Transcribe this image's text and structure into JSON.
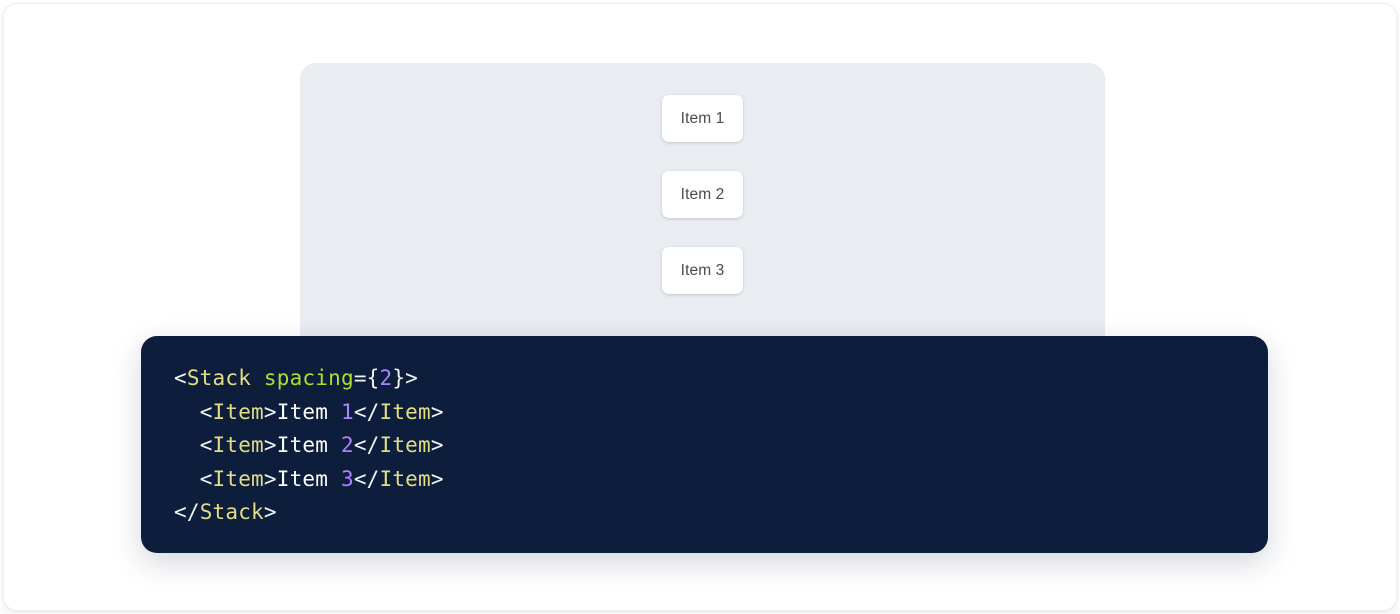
{
  "preview": {
    "panel_background": "#e9ecf1",
    "card_background": "#ffffff",
    "items": [
      {
        "label": "Item 1"
      },
      {
        "label": "Item 2"
      },
      {
        "label": "Item 3"
      }
    ]
  },
  "code_block": {
    "background": "#0c1e3c",
    "language": "jsx",
    "colors": {
      "punctuation": "#f3f6fa",
      "tag": "#e4dd84",
      "attribute": "#a6e22e",
      "number": "#ae81ff",
      "text": "#ffffff"
    },
    "lines": [
      {
        "indent": "",
        "tokens": [
          {
            "t": "punct",
            "v": "<"
          },
          {
            "t": "tag",
            "v": "Stack"
          },
          {
            "t": "punct",
            "v": " "
          },
          {
            "t": "attr",
            "v": "spacing"
          },
          {
            "t": "punct",
            "v": "={"
          },
          {
            "t": "num",
            "v": "2"
          },
          {
            "t": "punct",
            "v": "}>"
          }
        ]
      },
      {
        "indent": "  ",
        "tokens": [
          {
            "t": "punct",
            "v": "<"
          },
          {
            "t": "tag",
            "v": "Item"
          },
          {
            "t": "punct",
            "v": ">"
          },
          {
            "t": "text",
            "v": "Item "
          },
          {
            "t": "num",
            "v": "1"
          },
          {
            "t": "punct",
            "v": "</"
          },
          {
            "t": "tag",
            "v": "Item"
          },
          {
            "t": "punct",
            "v": ">"
          }
        ]
      },
      {
        "indent": "  ",
        "tokens": [
          {
            "t": "punct",
            "v": "<"
          },
          {
            "t": "tag",
            "v": "Item"
          },
          {
            "t": "punct",
            "v": ">"
          },
          {
            "t": "text",
            "v": "Item "
          },
          {
            "t": "num",
            "v": "2"
          },
          {
            "t": "punct",
            "v": "</"
          },
          {
            "t": "tag",
            "v": "Item"
          },
          {
            "t": "punct",
            "v": ">"
          }
        ]
      },
      {
        "indent": "  ",
        "tokens": [
          {
            "t": "punct",
            "v": "<"
          },
          {
            "t": "tag",
            "v": "Item"
          },
          {
            "t": "punct",
            "v": ">"
          },
          {
            "t": "text",
            "v": "Item "
          },
          {
            "t": "num",
            "v": "3"
          },
          {
            "t": "punct",
            "v": "</"
          },
          {
            "t": "tag",
            "v": "Item"
          },
          {
            "t": "punct",
            "v": ">"
          }
        ]
      },
      {
        "indent": "",
        "tokens": [
          {
            "t": "punct",
            "v": "</"
          },
          {
            "t": "tag",
            "v": "Stack"
          },
          {
            "t": "punct",
            "v": ">"
          }
        ]
      }
    ]
  }
}
